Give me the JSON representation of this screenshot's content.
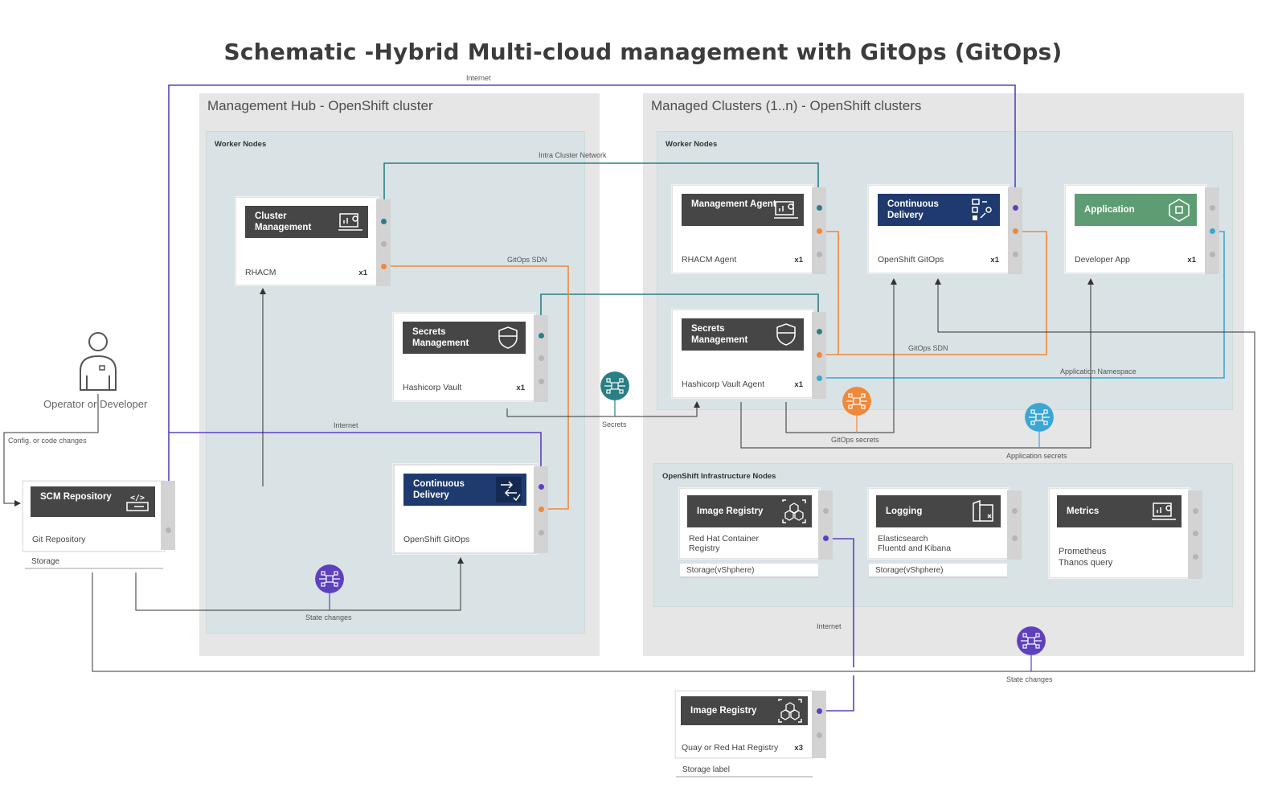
{
  "title": "Schematic -Hybrid Multi-cloud management with GitOps (GitOps)",
  "regions": {
    "hub": "Management Hub - OpenShift cluster",
    "managed": "Managed Clusters (1..n) - OpenShift clusters"
  },
  "zones": {
    "hub_workers": "Worker Nodes",
    "managed_workers": "Worker Nodes",
    "infra": "OpenShift Infrastructure Nodes"
  },
  "actor": {
    "label": "Operator or Developer"
  },
  "cards": {
    "scm": {
      "title": "SCM Repository",
      "sub": "Git Repository",
      "base": "Storage"
    },
    "cluster_mgmt": {
      "title": "Cluster Management",
      "sub": "RHACM",
      "qty": "x1"
    },
    "hub_secrets": {
      "title": "Secrets Management",
      "sub": "Hashicorp Vault",
      "qty": "x1"
    },
    "hub_cd": {
      "title": "Continuous Delivery",
      "sub": "OpenShift GitOps"
    },
    "mgmt_agent": {
      "title": "Management Agent",
      "sub": "RHACM Agent",
      "qty": "x1"
    },
    "managed_cd": {
      "title": "Continuous Delivery",
      "sub": "OpenShift GitOps",
      "qty": "x1"
    },
    "application": {
      "title": "Application",
      "sub": "Developer App",
      "qty": "x1"
    },
    "managed_secrets": {
      "title": "Secrets Management",
      "sub": "Hashicorp Vault Agent",
      "qty": "x1"
    },
    "infra_registry": {
      "title": "Image Registry",
      "sub1": "Red Hat Container",
      "sub2": "Registry",
      "base": "Storage(vShphere)"
    },
    "logging": {
      "title": "Logging",
      "sub1": "Elasticsearch",
      "sub2": "Fluentd and Kibana",
      "base": "Storage(vShphere)"
    },
    "metrics": {
      "title": "Metrics",
      "sub1": "Prometheus",
      "sub2": "Thanos query"
    },
    "ext_registry": {
      "title": "Image Registry",
      "sub": "Quay or Red Hat Registry",
      "qty": "x3",
      "base": "Storage label"
    }
  },
  "labels": {
    "internet_top": "Internet",
    "intra_cluster": "Intra Cluster Network",
    "gitops_sdn_hub": "GitOps SDN",
    "gitops_sdn_managed": "GitOps SDN",
    "app_namespace": "Application Namespace",
    "internet_mid": "Internet",
    "config_changes": "Config. or code changes",
    "secrets": "Secrets",
    "gitops_secrets": "GitOps secrets",
    "app_secrets": "Application secrets",
    "state_changes_hub": "State changes",
    "state_changes_managed": "State changes",
    "internet_registry": "Internet"
  },
  "colors": {
    "purple": "#5e40be",
    "teal": "#2a7f85",
    "orange": "#f0883b",
    "blue": "#3aa6d4",
    "dark": "#333333",
    "header_dark": "#464646",
    "header_navy": "#1f3a6e",
    "header_green": "#5e9d73"
  },
  "icons": {
    "monitor": "monitor-gear-icon",
    "shield": "shield-icon",
    "code": "code-terminal-icon",
    "hexagon": "hexagon-app-icon",
    "cubes": "cubes-icon",
    "book": "book-log-icon",
    "network": "network-node-icon",
    "person": "person-icon"
  }
}
